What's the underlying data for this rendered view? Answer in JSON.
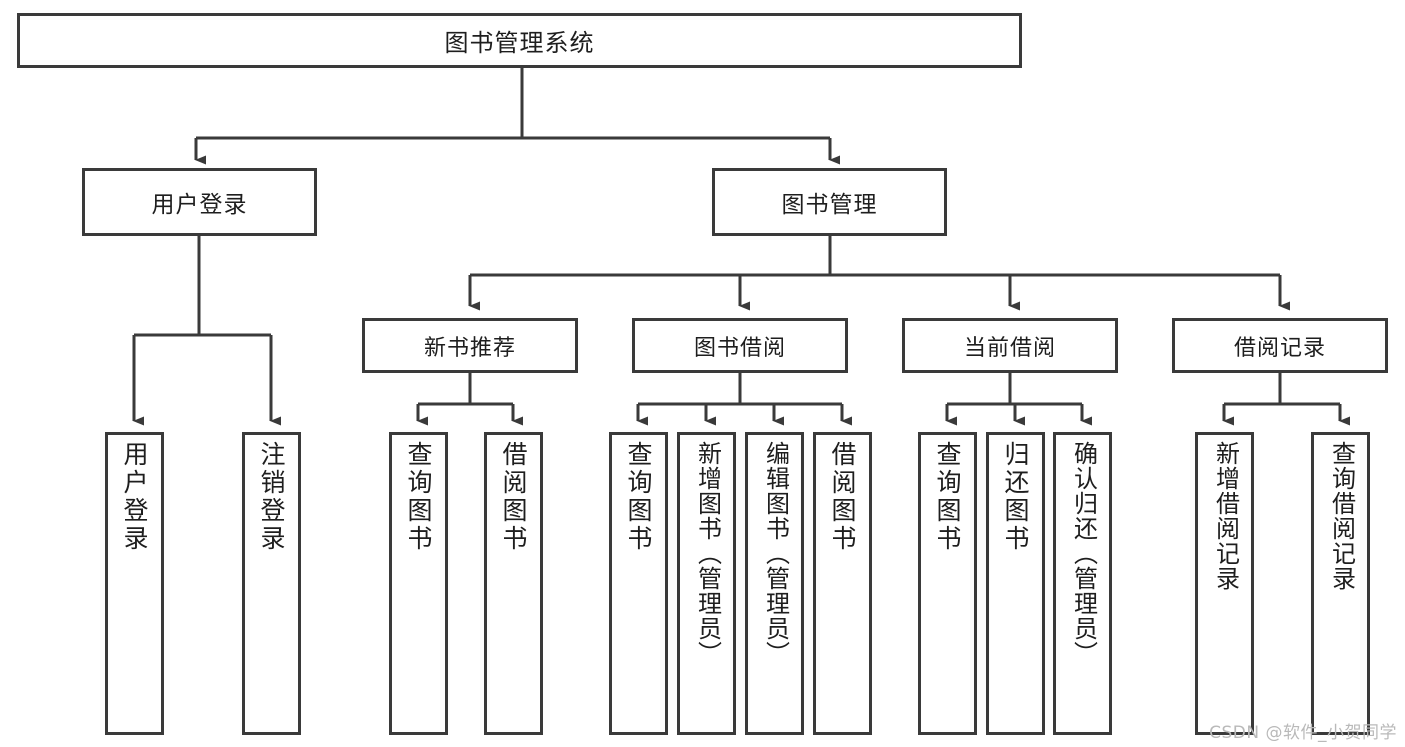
{
  "diagram": {
    "title": "图书管理系统",
    "type": "hierarchy-tree",
    "root": {
      "label": "图书管理系统"
    },
    "level2": [
      {
        "label": "用户登录"
      },
      {
        "label": "图书管理"
      }
    ],
    "level3": [
      {
        "label": "新书推荐"
      },
      {
        "label": "图书借阅"
      },
      {
        "label": "当前借阅"
      },
      {
        "label": "借阅记录"
      }
    ],
    "leaves": [
      {
        "label": "用户登录",
        "parent": "用户登录"
      },
      {
        "label": "注销登录",
        "parent": "用户登录"
      },
      {
        "label": "查询图书",
        "parent": "新书推荐"
      },
      {
        "label": "借阅图书",
        "parent": "新书推荐"
      },
      {
        "label": "查询图书",
        "parent": "图书借阅"
      },
      {
        "label": "新增图书（管理员）",
        "parent": "图书借阅"
      },
      {
        "label": "编辑图书（管理员）",
        "parent": "图书借阅"
      },
      {
        "label": "借阅图书",
        "parent": "图书借阅"
      },
      {
        "label": "查询图书",
        "parent": "当前借阅"
      },
      {
        "label": "归还图书",
        "parent": "当前借阅"
      },
      {
        "label": "确认归还（管理员）",
        "parent": "当前借阅"
      },
      {
        "label": "新增借阅记录",
        "parent": "借阅记录"
      },
      {
        "label": "查询借阅记录",
        "parent": "借阅记录"
      }
    ]
  },
  "watermark": {
    "text": "CSDN @软件_小贺同学"
  },
  "colors": {
    "stroke": "#3a3a3a",
    "fill": "#ffffff",
    "text": "#1e1e1e",
    "watermark": "#b9b9b9"
  }
}
